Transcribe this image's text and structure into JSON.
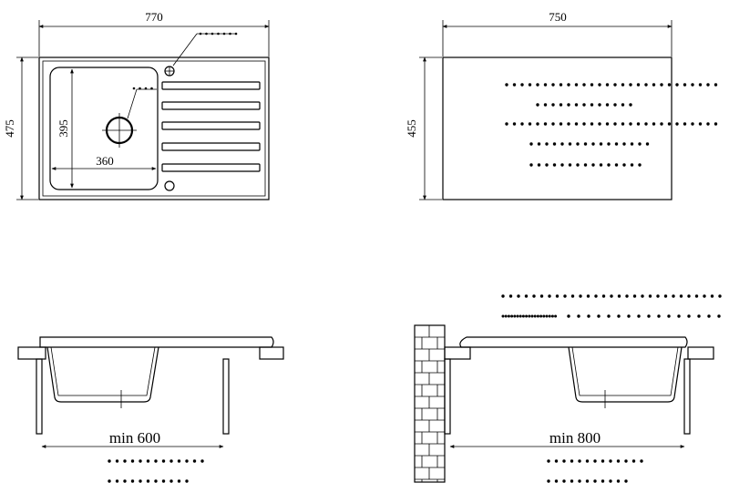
{
  "dimensions": {
    "sink_length": "770",
    "sink_height": "475",
    "bowl_height": "395",
    "bowl_width": "360",
    "cutout_length": "750",
    "cutout_height": "455",
    "min_cabinet_left": "min 600",
    "min_cabinet_right": "min 800"
  },
  "colors": {
    "line": "#000000",
    "background": "#ffffff",
    "hatch": "#000000"
  },
  "icons": {
    "overflow": "overflow-hole-icon",
    "drain": "drain-hole-icon",
    "wall": "brick-wall-icon"
  }
}
